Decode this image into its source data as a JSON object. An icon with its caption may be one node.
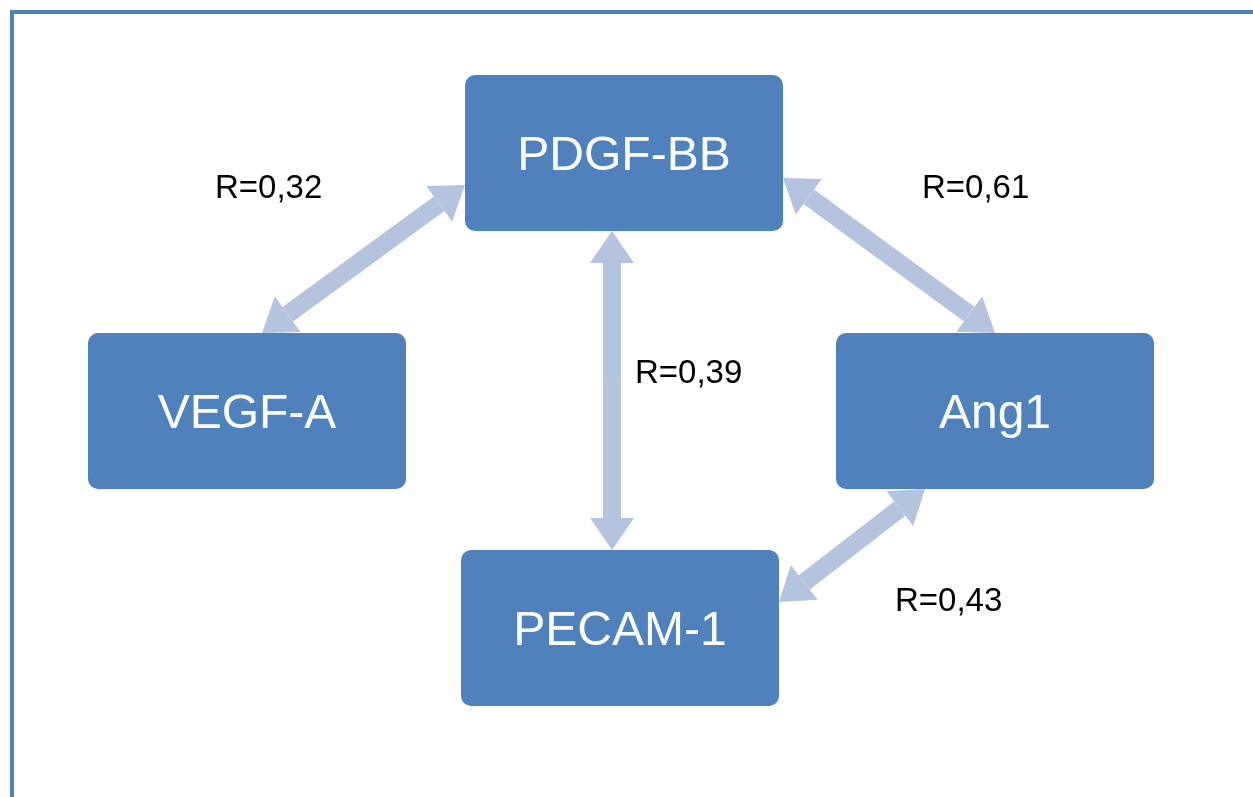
{
  "diagram": {
    "nodes": [
      {
        "text": [
          "PDGF-BB"
        ]
      },
      {
        "text": [
          "VEGF-A"
        ]
      },
      {
        "text": [
          "Ang1"
        ]
      },
      {
        "text": [
          "PECAM-1"
        ]
      }
    ],
    "edges": [
      {
        "from": 0,
        "to": 1,
        "arrow": "both",
        "label": "R=0,32"
      },
      {
        "from": 0,
        "to": 2,
        "arrow": "both",
        "label": "R=0,61"
      },
      {
        "from": 0,
        "to": 3,
        "arrow": "both",
        "label": "R=0,39"
      },
      {
        "from": 2,
        "to": 3,
        "arrow": "both",
        "label": "R=0,43"
      }
    ]
  }
}
